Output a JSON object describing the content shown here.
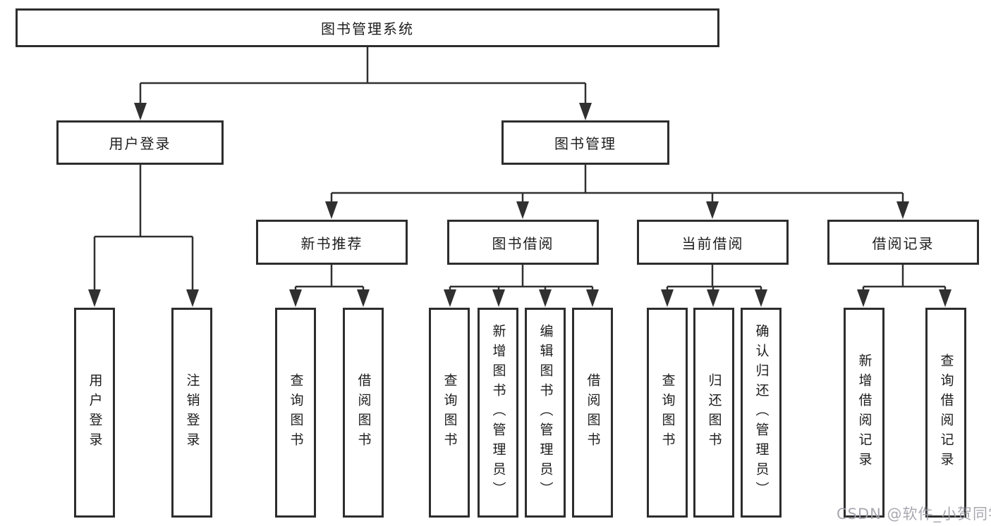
{
  "root": {
    "label": "图书管理系统"
  },
  "level2": {
    "user_login": "用户登录",
    "book_management": "图书管理"
  },
  "level3": {
    "new_books": "新书推荐",
    "book_borrow": "图书借阅",
    "current_borrow": "当前借阅",
    "borrow_records": "借阅记录"
  },
  "leaves": {
    "user_login": [
      "用户登录",
      "注销登录"
    ],
    "new_books": [
      "查询图书",
      "借阅图书"
    ],
    "book_borrow": [
      "查询图书",
      "新增图书（管理员）",
      "编辑图书（管理员）",
      "借阅图书"
    ],
    "current_borrow": [
      "查询图书",
      "归还图书",
      "确认归还（管理员）"
    ],
    "borrow_records": [
      "新增借阅记录",
      "查询借阅记录"
    ]
  },
  "watermark": "CSDN @软件_小贺同学",
  "colors": {
    "line": "#303030",
    "box_border": "#2d2d2d",
    "text": "#1d1d1d",
    "watermark": "#9e9ea8"
  }
}
